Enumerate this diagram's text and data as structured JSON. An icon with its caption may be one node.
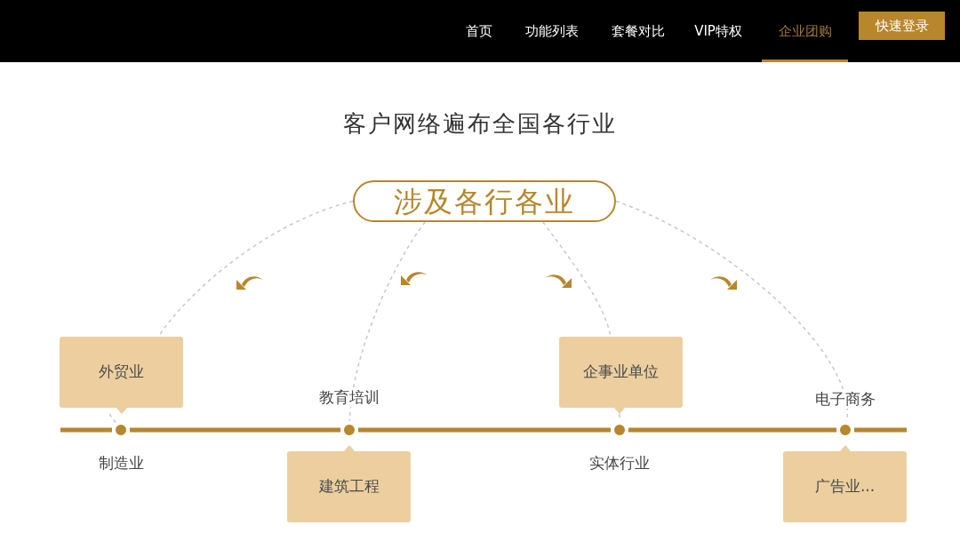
{
  "diagram": {
    "title": "客户网络遍布全国各行业",
    "nodes": [
      {
        "text": [
          "涉及各行各业"
        ]
      },
      {
        "text": [
          "外贸业"
        ]
      },
      {
        "text": [],
        "shape": "circle",
        "beside": [
          "制造业"
        ]
      },
      {
        "text": [],
        "shape": "circle",
        "beside": [
          "教育培训"
        ]
      },
      {
        "text": [
          "建筑工程"
        ]
      },
      {
        "text": [
          "企事业单位"
        ]
      },
      {
        "text": [],
        "shape": "circle",
        "beside": [
          "实体行业"
        ]
      },
      {
        "text": [],
        "shape": "circle",
        "beside": [
          "电子商务"
        ]
      },
      {
        "text": [
          "广告业..."
        ]
      }
    ],
    "edges": [
      {
        "from": 0,
        "to": 1,
        "arrow": "none",
        "style": "dashed"
      },
      {
        "from": 1,
        "to": 2,
        "arrow": "none",
        "style": "dashed"
      },
      {
        "from": 0,
        "to": 3,
        "arrow": "none",
        "style": "dashed"
      },
      {
        "from": 0,
        "to": 5,
        "arrow": "none",
        "style": "dashed"
      },
      {
        "from": 5,
        "to": 6,
        "arrow": "none",
        "style": "dashed"
      },
      {
        "from": 0,
        "to": 7,
        "arrow": "none",
        "style": "dashed"
      },
      {
        "from": null,
        "to": 2,
        "arrow": "none",
        "style": "thick",
        "color": "#b8862b"
      },
      {
        "from": 2,
        "to": 3,
        "arrow": "none",
        "style": "thick",
        "color": "#b8862b"
      },
      {
        "from": 3,
        "to": 6,
        "arrow": "none",
        "style": "thick",
        "color": "#b8862b"
      },
      {
        "from": 6,
        "to": 7,
        "arrow": "none",
        "style": "thick",
        "color": "#b8862b"
      },
      {
        "from": 7,
        "to": null,
        "arrow": "none",
        "style": "thick",
        "color": "#b8862b"
      }
    ],
    "labels": [
      "首页",
      "功能列表",
      "套餐对比",
      "VIP特权",
      "企业团购",
      "快速登录"
    ]
  }
}
